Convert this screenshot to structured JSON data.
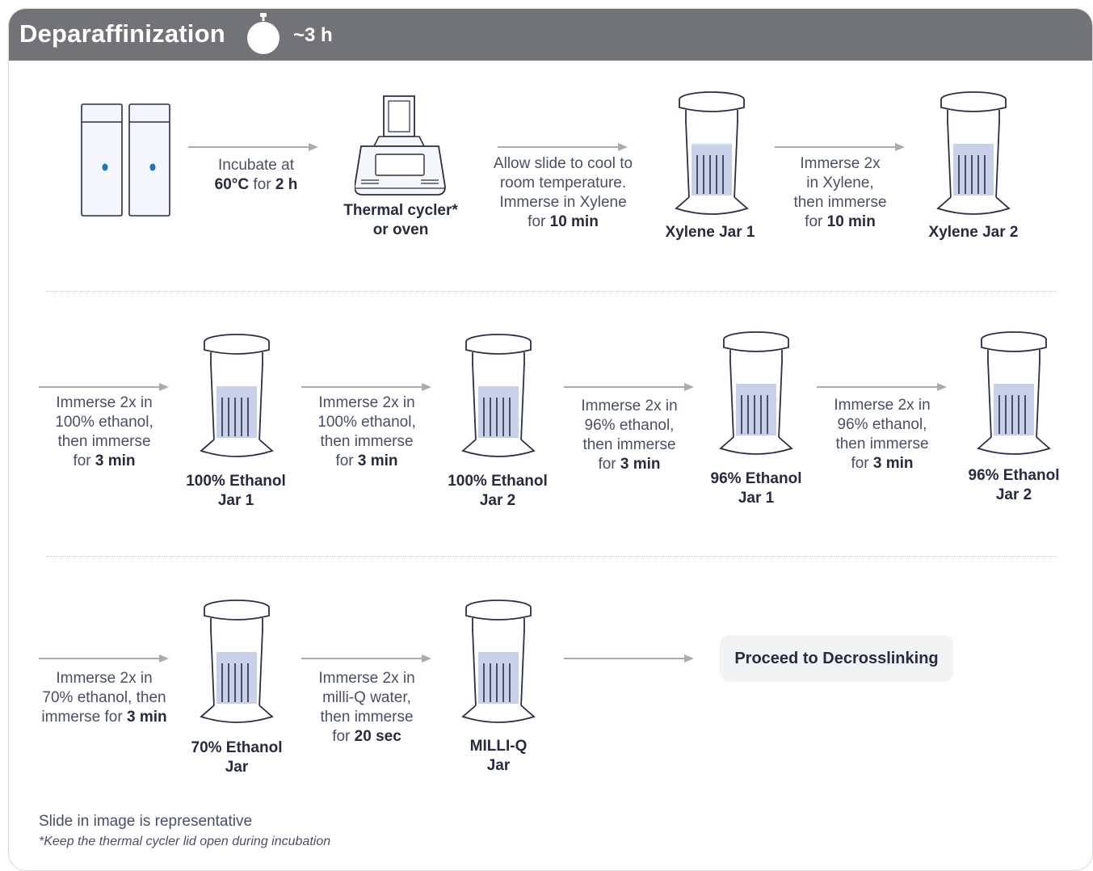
{
  "header": {
    "title": "Deparaffinization",
    "duration": "~3 h"
  },
  "row1": {
    "step1": {
      "pre": "Incubate at",
      "t1": "60°C",
      "mid": " for ",
      "t2": "2 h"
    },
    "cycler": {
      "line1": "Thermal cycler*",
      "line2": "or oven"
    },
    "step2": {
      "line1": "Allow slide to cool to",
      "line2": "room temperature.",
      "line3": "Immerse in Xylene",
      "pre": "for ",
      "bold": "10 min"
    },
    "jar1": {
      "line1": "Xylene Jar 1"
    },
    "step3": {
      "line1": "Immerse 2x",
      "line2": "in Xylene,",
      "line3": "then immerse",
      "pre": "for ",
      "bold": "10 min"
    },
    "jar2": {
      "line1": "Xylene Jar 2"
    }
  },
  "row2": {
    "step1": {
      "line1": "Immerse 2x in",
      "line2": "100% ethanol,",
      "line3": "then immerse",
      "pre": "for ",
      "bold": "3 min"
    },
    "jar1": {
      "line1": "100% Ethanol",
      "line2": "Jar 1"
    },
    "step2": {
      "line1": "Immerse 2x in",
      "line2": "100% ethanol,",
      "line3": "then immerse",
      "pre": "for ",
      "bold": "3 min"
    },
    "jar2": {
      "line1": "100% Ethanol",
      "line2": "Jar 2"
    },
    "step3": {
      "line1": "Immerse 2x in",
      "line2": "96% ethanol,",
      "line3": "then immerse",
      "pre": "for ",
      "bold": "3 min"
    },
    "jar3": {
      "line1": "96% Ethanol",
      "line2": "Jar 1"
    },
    "step4": {
      "line1": "Immerse 2x in",
      "line2": "96% ethanol,",
      "line3": "then immerse",
      "pre": "for ",
      "bold": "3 min"
    },
    "jar4": {
      "line1": "96% Ethanol",
      "line2": "Jar 2"
    }
  },
  "row3": {
    "step1": {
      "line1": "Immerse 2x in",
      "line2": "70% ethanol, then",
      "pre": "immerse for ",
      "bold": "3 min"
    },
    "jar1": {
      "line1": "70% Ethanol",
      "line2": "Jar"
    },
    "step2": {
      "line1": "Immerse 2x in",
      "line2": "milli-Q water,",
      "line3": "then immerse",
      "pre": "for ",
      "bold": "20 sec"
    },
    "jar2": {
      "line1": "MILLI-Q",
      "line2": "Jar"
    },
    "proceed": "Proceed to Decrosslinking"
  },
  "notes": {
    "representative": "Slide in image is representative",
    "lid": "*Keep the thermal cycler lid open during incubation"
  },
  "colors": {
    "header_bg": "#727377",
    "arrow": "#a9abb0",
    "outline": "#2b2f45",
    "liquid": "#c9d1ea",
    "tissue_dot": "#1f74b8"
  }
}
